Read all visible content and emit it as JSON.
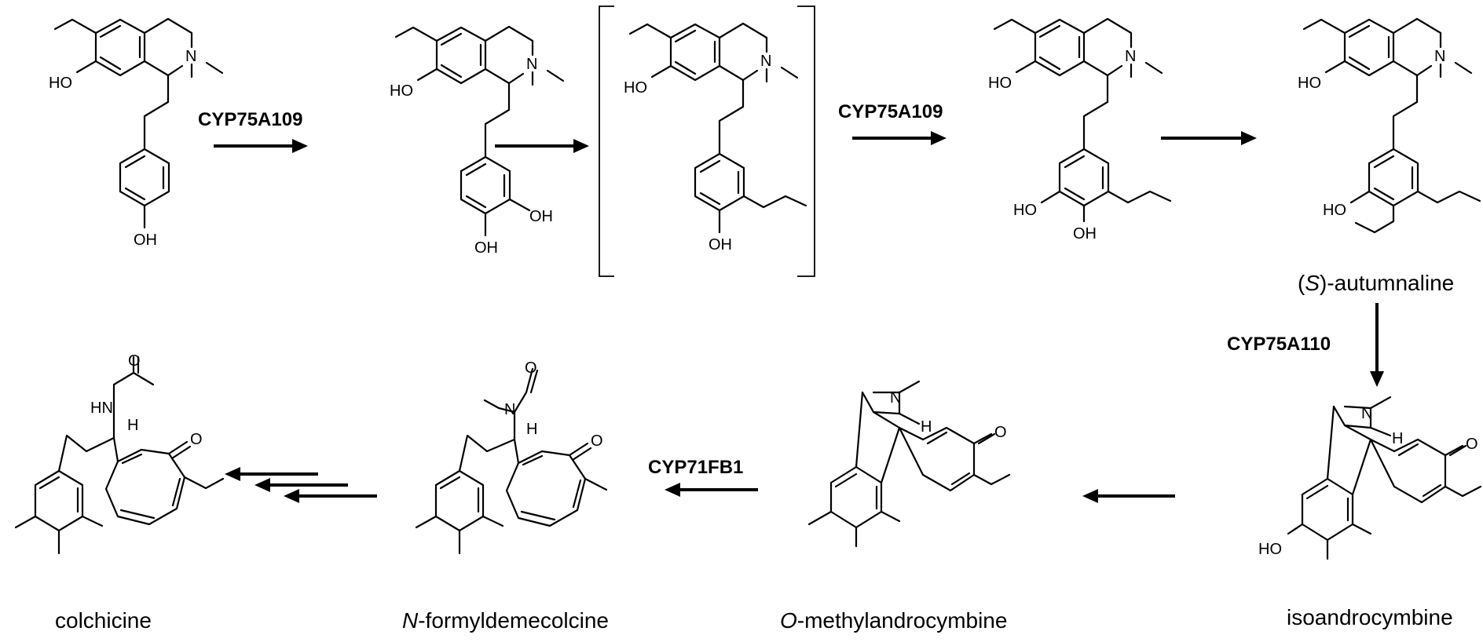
{
  "enzymes": {
    "step1": "CYP75A109",
    "step3": "CYP75A109",
    "step5": "CYP75A110",
    "step7": "CYP71FB1"
  },
  "compounds": {
    "autumnaline": {
      "prefix": "(",
      "italic": "S",
      "suffix": ")-autumnaline"
    },
    "isoandrocymbine": {
      "name": "isoandrocymbine"
    },
    "o_methylandrocymbine": {
      "italic": "O",
      "suffix": "-methylandrocymbine"
    },
    "n_formyldemecolcine": {
      "italic": "N",
      "suffix": "-formyldemecolcine"
    },
    "colchicine": {
      "name": "colchicine"
    }
  },
  "atoms": {
    "N": "N",
    "HO": "HO",
    "OH": "OH",
    "H": "H",
    "O": "O",
    "HN": "HN"
  }
}
